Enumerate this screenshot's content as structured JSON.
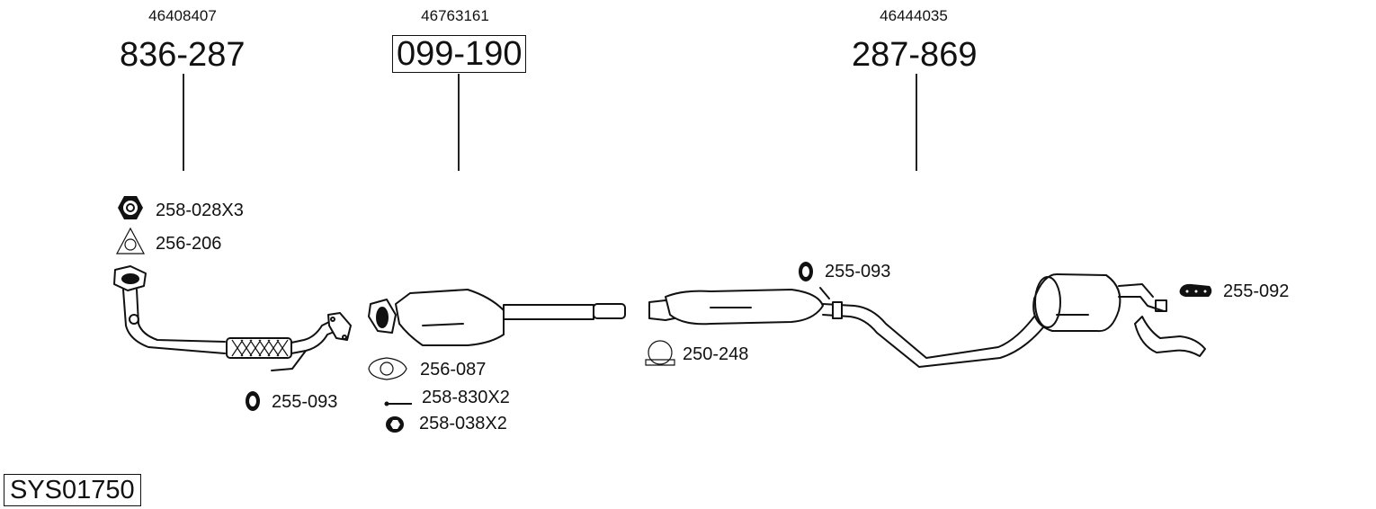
{
  "system_code": "SYS01750",
  "components": [
    {
      "oem": "46408407",
      "part_number": "836-287",
      "boxed": false
    },
    {
      "oem": "46763161",
      "part_number": "099-190",
      "boxed": true
    },
    {
      "oem": "46444035",
      "part_number": "287-869",
      "boxed": false
    }
  ],
  "accessories": {
    "front_pipe_nut": {
      "label": "258-028X3",
      "icon": "hex-nut-icon"
    },
    "front_pipe_gasket": {
      "label": "256-206",
      "icon": "triangle-gasket-icon"
    },
    "front_pipe_hanger": {
      "label": "255-093",
      "icon": "rubber-hanger-icon"
    },
    "cat_gasket": {
      "label": "256-087",
      "icon": "oval-gasket-icon"
    },
    "cat_bolt": {
      "label": "258-830X2",
      "icon": "bolt-icon"
    },
    "cat_nut": {
      "label": "258-038X2",
      "icon": "flange-nut-icon"
    },
    "middle_hanger": {
      "label": "255-093",
      "icon": "rubber-hanger-icon"
    },
    "middle_clamp": {
      "label": "250-248",
      "icon": "u-clamp-icon"
    },
    "rear_hanger": {
      "label": "255-092",
      "icon": "rubber-strip-hanger-icon"
    }
  }
}
